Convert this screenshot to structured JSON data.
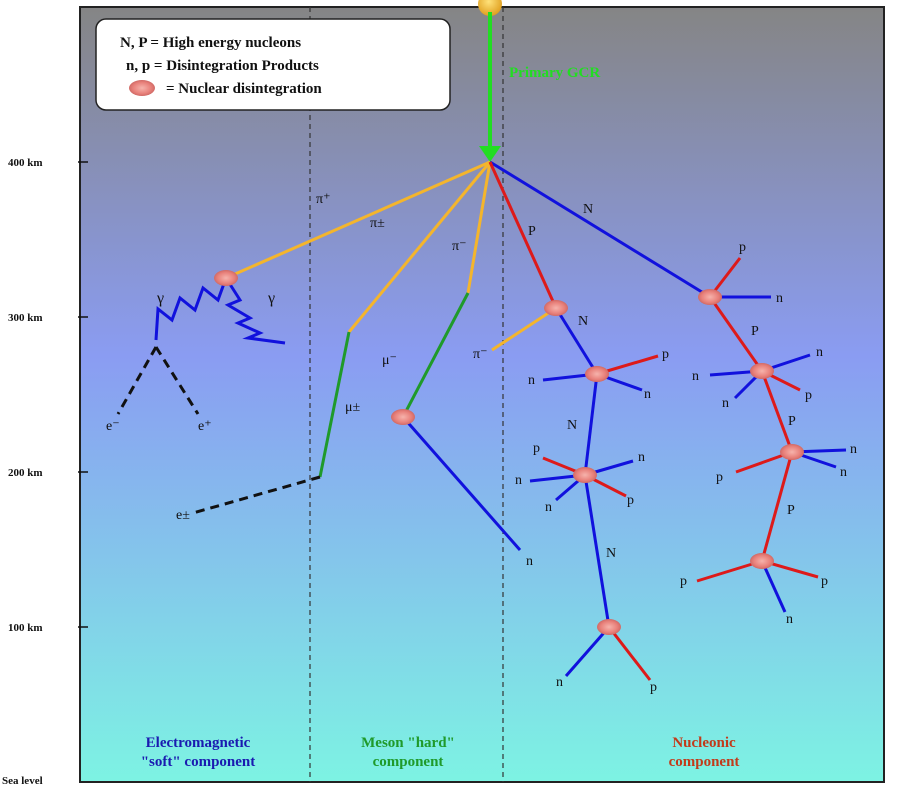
{
  "legend": {
    "line1": "N, P = High energy nucleons",
    "line2": "n, p = Disintegration Products",
    "line3": "= Nuclear disintegration"
  },
  "altitude_axis": {
    "ticks": [
      {
        "label": "400 km",
        "value_km": 400
      },
      {
        "label": "300 km",
        "value_km": 300
      },
      {
        "label": "200 km",
        "value_km": 200
      },
      {
        "label": "100 km",
        "value_km": 100
      }
    ],
    "sea_level_label": "Sea level"
  },
  "primary": {
    "label": "Primary GCR"
  },
  "components": {
    "electromagnetic": {
      "line1": "Electromagnetic",
      "line2": "\"soft\" component"
    },
    "meson": {
      "line1": "Meson \"hard\"",
      "line2": "component"
    },
    "nucleonic": {
      "line1": "Nucleonic",
      "line2": "component"
    }
  },
  "particles": {
    "pi_plus": "π⁺",
    "pi_pm": "π±",
    "pi_minus_1": "π⁻",
    "pi_minus_2": "π⁻",
    "gamma_1": "γ",
    "gamma_2": "γ",
    "e_minus": "e⁻",
    "e_plus": "e⁺",
    "e_pm": "e±",
    "mu_minus": "μ⁻",
    "mu_pm": "μ±",
    "meson_n": "n",
    "P_first": "P",
    "N_first": "N",
    "n_s1_left": "n",
    "n_s1_right": "n",
    "p_s1": "p",
    "N_s1_down": "N",
    "N_s2": "N",
    "p_s2_a": "p",
    "n_s2_a": "n",
    "n_s2_b": "n",
    "n_s2_c": "n",
    "p_s2_b": "p",
    "N_s3": "N",
    "n_s4": "n",
    "p_s4": "p",
    "p_r0": "p",
    "n_r0": "n",
    "P_r0_down": "P",
    "n_r1_a": "n",
    "n_r1_b": "n",
    "n_r1_c": "n",
    "p_r1": "p",
    "P_r1_down": "P",
    "n_r2_a": "n",
    "n_r2_b": "n",
    "p_r2": "p",
    "P_r2_down": "P",
    "p_r3_a": "p",
    "p_r3_b": "p",
    "n_r3": "n"
  },
  "colors": {
    "primary": "#22dd22",
    "pion": "#f4b52c",
    "muon": "#1f9a2a",
    "electron": "#111111",
    "neutron": "#1111dd",
    "proton": "#dd1a1a",
    "em_text": "#1a1ab0",
    "meson_text": "#1f9a2a",
    "nucleonic_text": "#c23a1a",
    "bg_top": "#8a8a8a",
    "bg_mid": "#8a9df0",
    "bg_bottom": "#7ef2e2"
  }
}
